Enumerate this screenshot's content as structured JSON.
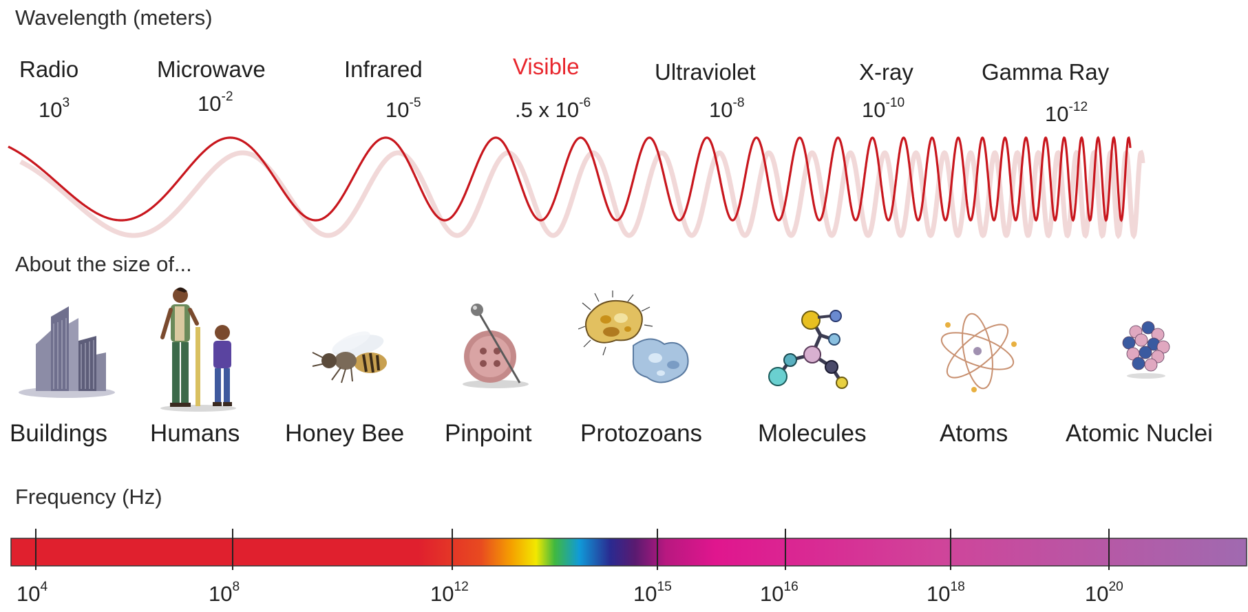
{
  "wavelength_heading": "Wavelength (meters)",
  "bands": [
    {
      "name": "Radio",
      "base": "10",
      "exp": "3"
    },
    {
      "name": "Microwave",
      "base": "10",
      "exp": "-2"
    },
    {
      "name": "Infrared",
      "base": "10",
      "exp": "-5"
    },
    {
      "name": "Visible",
      "base": ".5 x 10",
      "exp": "-6"
    },
    {
      "name": "Ultraviolet",
      "base": "10",
      "exp": "-8"
    },
    {
      "name": "X-ray",
      "base": "10",
      "exp": "-10"
    },
    {
      "name": "Gamma Ray",
      "base": "10",
      "exp": "-12"
    }
  ],
  "size_heading": "About the size of...",
  "sizes": [
    "Buildings",
    "Humans",
    "Honey Bee",
    "Pinpoint",
    "Protozoans",
    "Molecules",
    "Atoms",
    "Atomic Nuclei"
  ],
  "frequency_heading": "Frequency (Hz)",
  "frequency_ticks": [
    {
      "base": "10",
      "exp": "4"
    },
    {
      "base": "10",
      "exp": "8"
    },
    {
      "base": "10",
      "exp": "12"
    },
    {
      "base": "10",
      "exp": "15"
    },
    {
      "base": "10",
      "exp": "16"
    },
    {
      "base": "10",
      "exp": "18"
    },
    {
      "base": "10",
      "exp": "20"
    }
  ],
  "colors": {
    "wave": "#c8161d",
    "visible_label": "#e8262d",
    "text": "#1e1e1e"
  },
  "icons": [
    "buildings-icon",
    "humans-icon",
    "honey-bee-icon",
    "pinpoint-icon",
    "protozoans-icon",
    "molecules-icon",
    "atoms-icon",
    "atomic-nuclei-icon"
  ]
}
